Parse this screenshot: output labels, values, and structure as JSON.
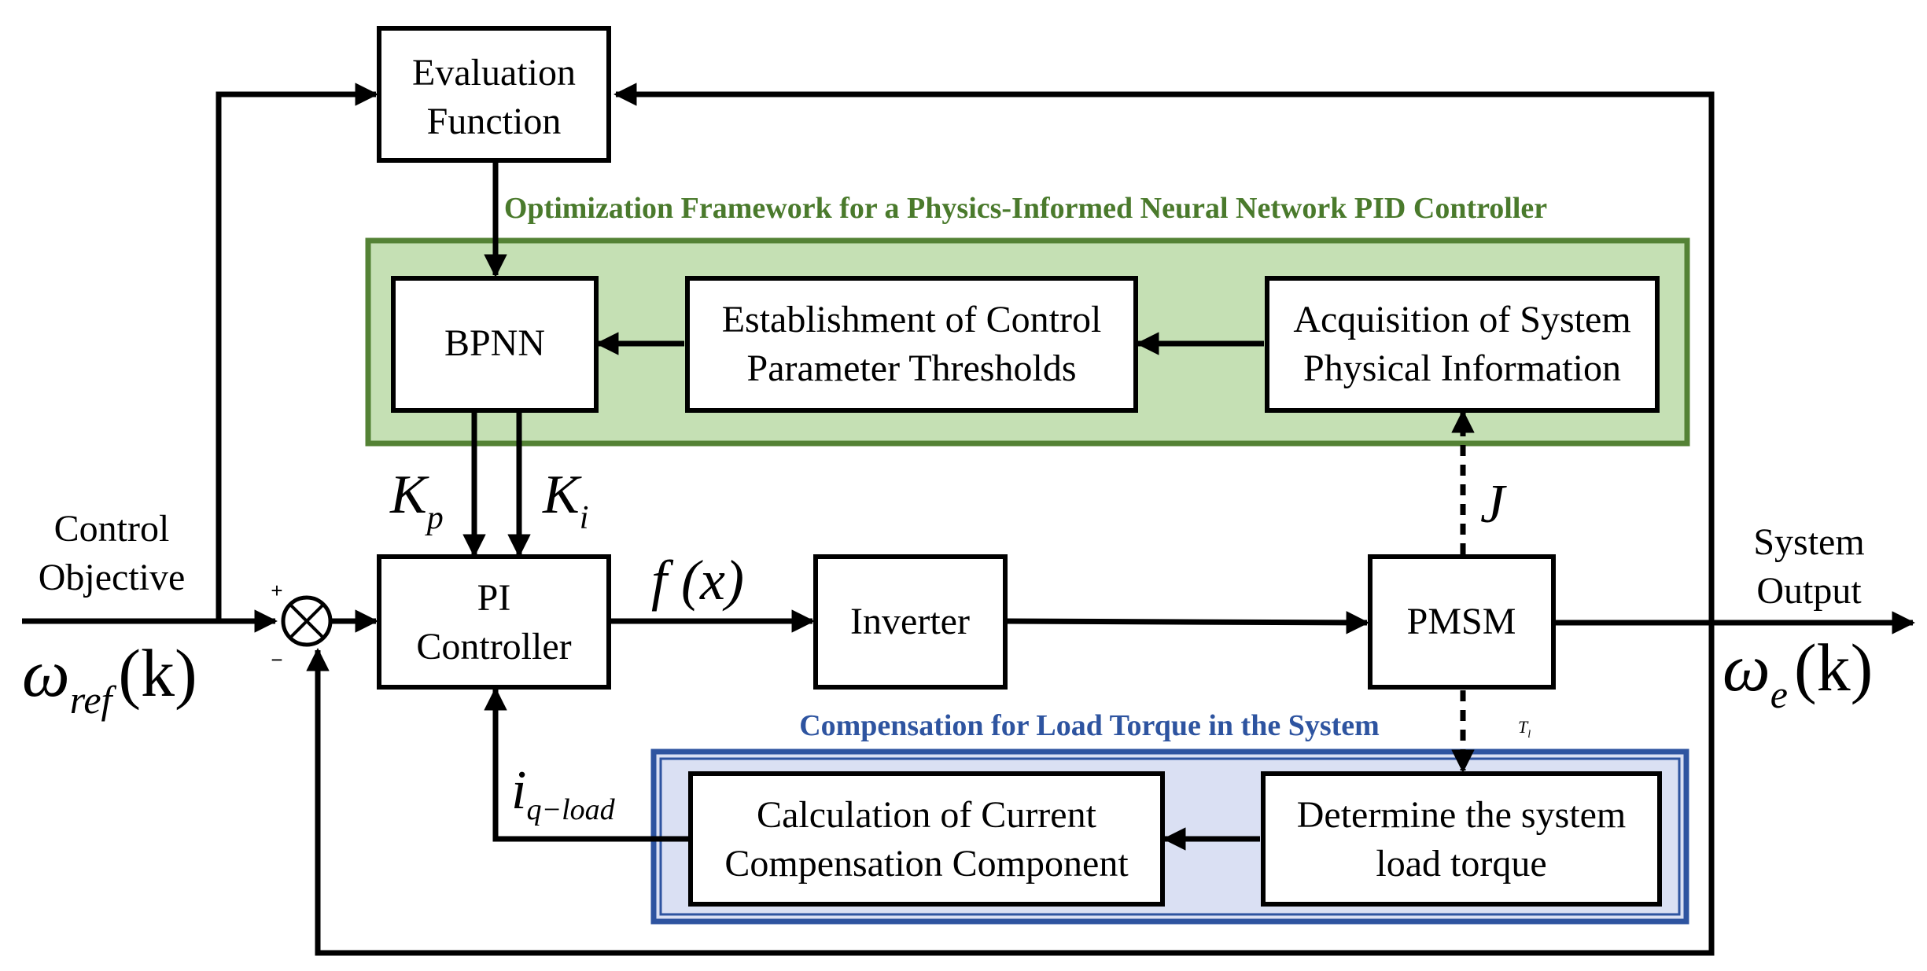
{
  "colors": {
    "optimization_fill": "#c5e0b4",
    "optimization_border": "#548235",
    "optimization_title": "#4a7a2c",
    "compensation_fill": "#dae0f3",
    "compensation_border": "#2e54a0",
    "compensation_title": "#2e54a0"
  },
  "regions": {
    "optimization_title": "Optimization Framework for a Physics-Informed Neural Network PID Controller",
    "compensation_title": "Compensation for Load Torque in the System"
  },
  "blocks": {
    "evaluation": [
      "Evaluation",
      "Function"
    ],
    "bpnn": "BPNN",
    "thresholds": [
      "Establishment of Control",
      "Parameter Thresholds"
    ],
    "acquisition": [
      "Acquisition of System",
      "Physical Information"
    ],
    "pi": [
      "PI",
      "Controller"
    ],
    "inverter": "Inverter",
    "pmsm": "PMSM",
    "calculation": [
      "Calculation of Current",
      "Compensation Component"
    ],
    "determine": [
      "Determine the system",
      "load torque"
    ]
  },
  "io": {
    "input_label": [
      "Control",
      "Objective"
    ],
    "input_symbol": "ω",
    "input_subscript": "ref",
    "input_arg": "(k)",
    "output_label": [
      "System",
      "Output"
    ],
    "output_symbol": "ω",
    "output_subscript": "e",
    "output_arg": "(k)"
  },
  "signals": {
    "kp": "K",
    "kp_sub": "p",
    "ki": "K",
    "ki_sub": "i",
    "fx": "f (x)",
    "j": "J",
    "tl": "T",
    "tl_sub": "l",
    "iq": "i",
    "iq_sub": "q−load",
    "plus": "+",
    "minus": "−"
  }
}
